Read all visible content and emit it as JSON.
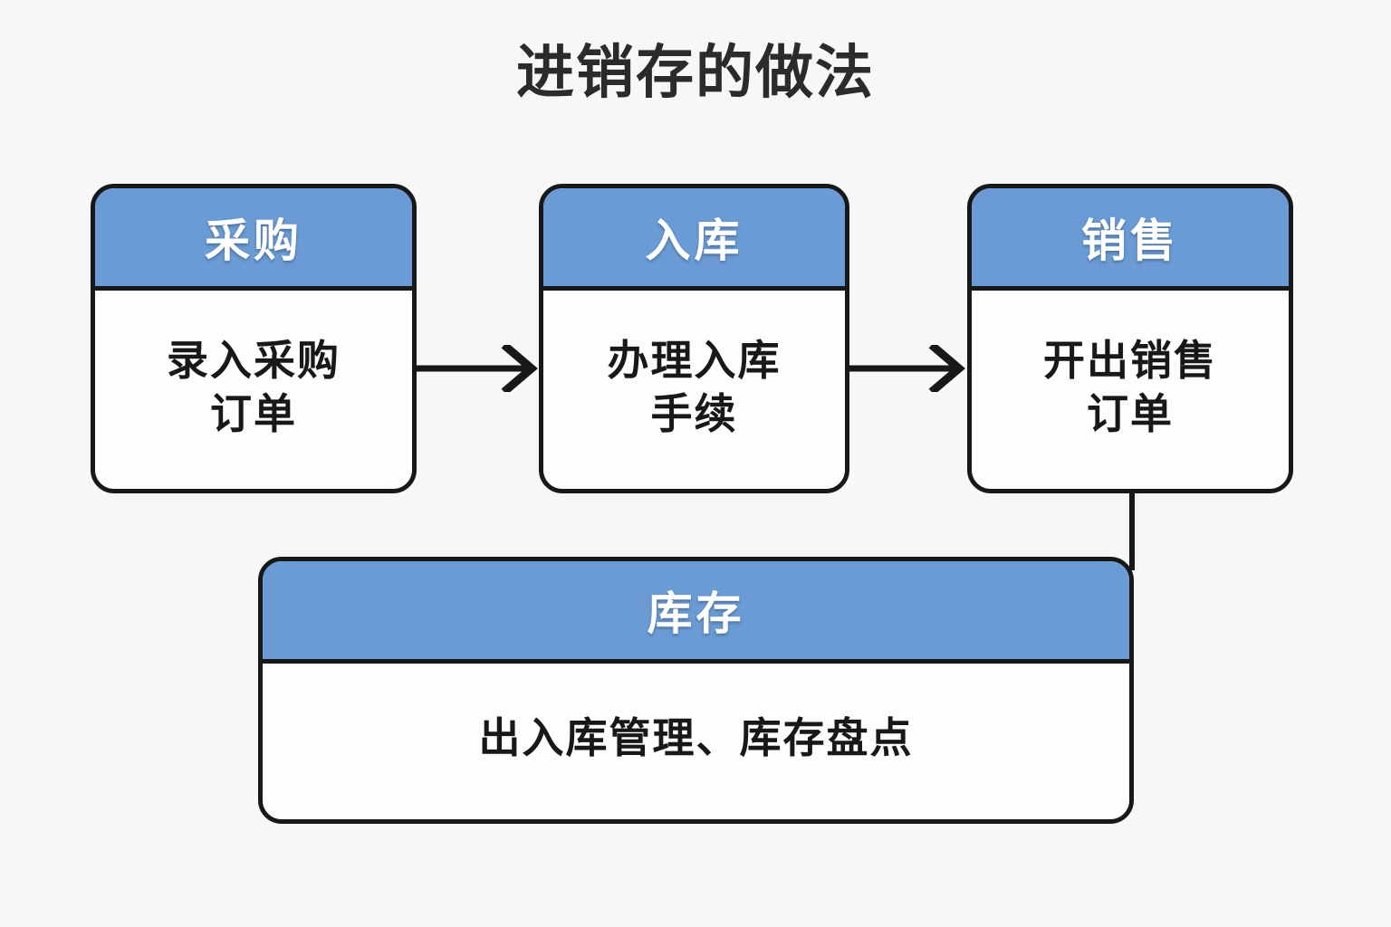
{
  "page": {
    "title": "进销存的做法",
    "background_color": "#f7f7f7",
    "accent_color": "#6a9bd4",
    "outline_color": "#17181a",
    "text_color": "#17181a"
  },
  "diagram": {
    "type": "flowchart",
    "nodes": [
      {
        "id": "purchase",
        "header": "采购",
        "body": "录入采购\n订单",
        "body_line1": "录入采购",
        "body_line2": "订单"
      },
      {
        "id": "inbound",
        "header": "入库",
        "body": "办理入库\n手续",
        "body_line1": "办理入库",
        "body_line2": "手续"
      },
      {
        "id": "sales",
        "header": "销售",
        "body": "开出销售\n订单",
        "body_line1": "开出销售",
        "body_line2": "订单"
      },
      {
        "id": "inventory",
        "header": "库存",
        "body": "出入库管理、库存盘点",
        "body_line1": "出入库管理、库存盘点",
        "body_line2": ""
      }
    ],
    "edges": [
      {
        "id": "purchase-inbound",
        "from": "purchase",
        "to": "inbound",
        "style": "arrow-right",
        "label": ""
      },
      {
        "id": "inbound-sales",
        "from": "inbound",
        "to": "sales",
        "style": "arrow-right",
        "label": ""
      },
      {
        "id": "sales-inventory",
        "from": "sales",
        "to": "inventory",
        "style": "line-down",
        "label": ""
      }
    ]
  }
}
